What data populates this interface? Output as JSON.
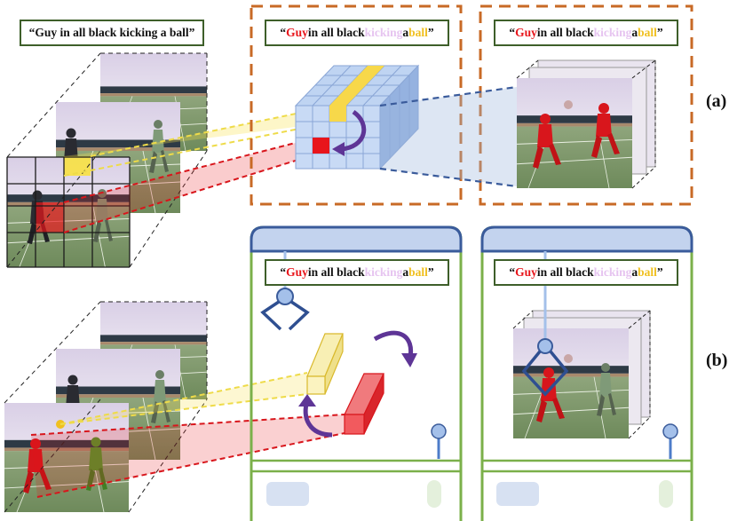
{
  "queries": {
    "plain": "“Guy in all black kicking a ball”",
    "colored": {
      "open": "“",
      "w1": "Guy",
      "w2": " in all black ",
      "w3": "kicking",
      "w4": " a ",
      "w5": "ball",
      "close": "”"
    }
  },
  "labels": {
    "a": "(a)",
    "b": "(b)"
  },
  "colors": {
    "guy": "#e8151b",
    "kicking": "#e6c4f0",
    "ball": "#f0c020",
    "dashed_frame": "#c86a26",
    "green_frame": "#7bb04a",
    "panel_header": "#c3d3ee",
    "panel_header_stroke": "#3a5b9b",
    "query_border": "#3e5f2a",
    "arrow": "#5e3596",
    "cube": "#bcd2f2",
    "red_mask": "#d8161c",
    "green_mask": "#4f9a2c"
  }
}
